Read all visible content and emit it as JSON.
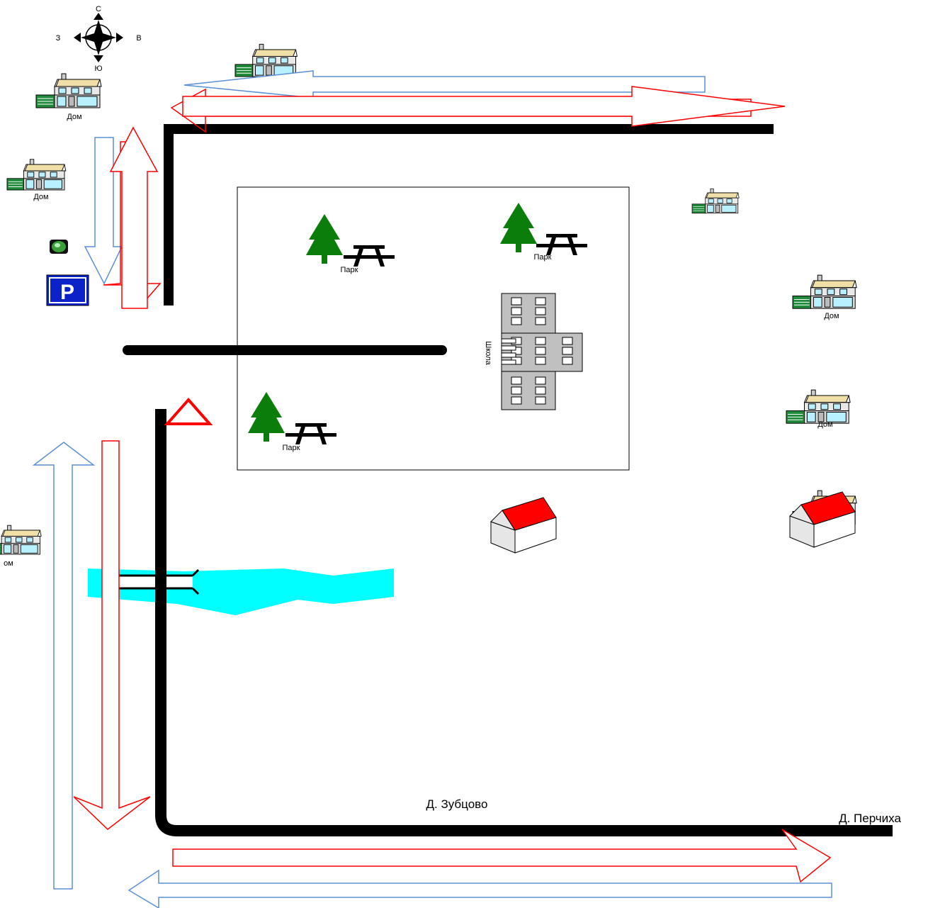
{
  "compass": {
    "north": "С",
    "south": "Ю",
    "west": "З",
    "east": "В"
  },
  "labels": {
    "house": "Дом",
    "house_cut": "ом",
    "park": "Парк",
    "school": "Школа",
    "village_zubtsovo": "Д. Зубцово",
    "village_perchikha": "Д. Перчиха",
    "parking": "P"
  },
  "colors": {
    "road": "#000000",
    "arrow_red": "#ff0000",
    "arrow_blue": "#5b8fd6",
    "river": "#00ffff",
    "tree": "#0a7d0a",
    "school": "#c0c0c0",
    "parking_bg": "#0a22c8",
    "roof_red": "#ff0000",
    "traffic_light": "#1c6b1c"
  },
  "icons": [
    "compass-icon",
    "house-icon",
    "tree-icon",
    "bench-icon",
    "parking-icon",
    "traffic-light-icon",
    "warning-triangle-icon",
    "village-house-icon",
    "bridge-icon"
  ]
}
